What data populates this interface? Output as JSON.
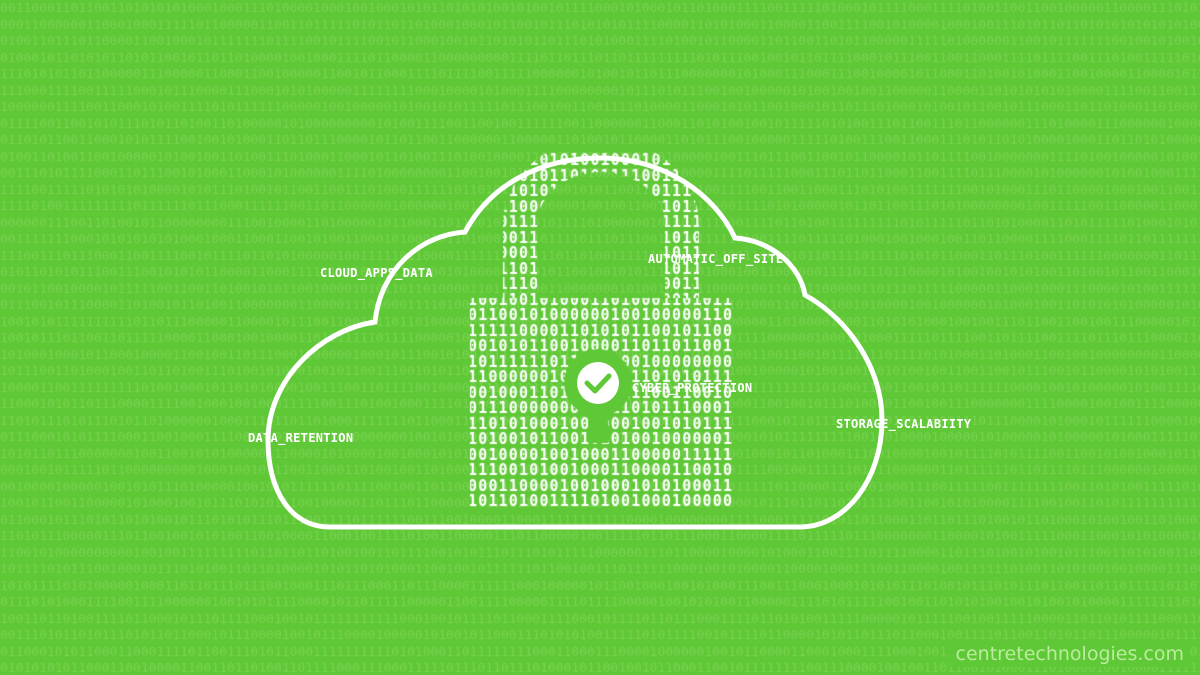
{
  "colors": {
    "background": "#5fc836",
    "digits_faint": "#8fdb6c",
    "foreground": "#ffffff",
    "check": "#5fc836"
  },
  "icons": {
    "center_badge": "check-circle-icon",
    "main_graphic": "cloud-padlock"
  },
  "labels": {
    "cloud_apps_data": "CLOUD_APPS_DATA",
    "automatic_off_site": "AUTOMATIC_OFF_SITE",
    "cyber_protection": "CYBER_PROTECTION",
    "data_retention": "DATA_RETENTION",
    "storage_scalability": "STORAGE_SCALABIITY"
  },
  "watermark": "centretechnologies.com"
}
